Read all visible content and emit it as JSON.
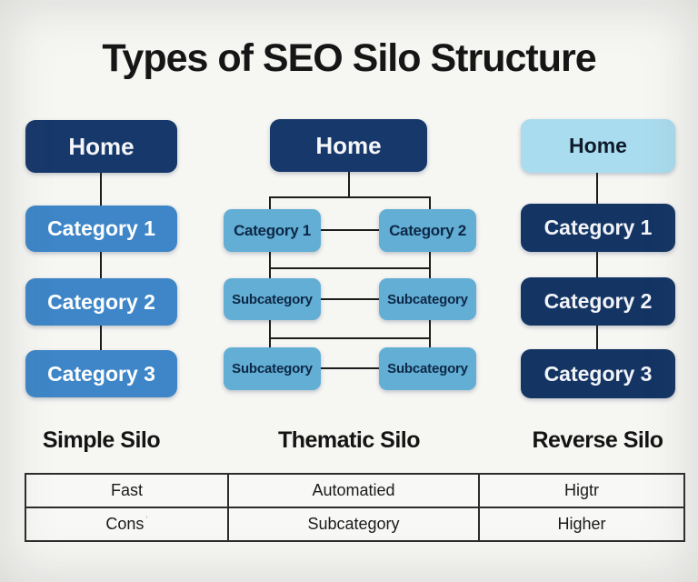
{
  "page": {
    "title": "Types of SEO Silo Structure"
  },
  "colors": {
    "background": "#f6f6f3",
    "dark_navy": "#17386a",
    "medium_blue": "#3e86c7",
    "light_blue": "#62aed5",
    "pale_blue": "#a9dcee",
    "reverse_navy": "#143564",
    "connector": "#1c1c1c"
  },
  "diagrams": {
    "simple": {
      "label": "Simple Silo",
      "home": "Home",
      "level1": "Category 1",
      "level2": "Category 2",
      "level3": "Category 3"
    },
    "thematic": {
      "label": "Thematic Silo",
      "home": "Home",
      "cat_left": "Category 1",
      "cat_right": "Category 2",
      "sub1_left": "Subcategory",
      "sub1_right": "Subcategory",
      "sub2_left": "Subcategory",
      "sub2_right": "Subcategory"
    },
    "reverse": {
      "label": "Reverse Silo",
      "home": "Home",
      "level1": "Category 1",
      "level2": "Category 2",
      "level3": "Category 3"
    }
  },
  "comparison_table": {
    "cons_mark": "ʼ",
    "rows": [
      {
        "simple": "Fast",
        "thematic": "Automatied",
        "reverse": "Higtr"
      },
      {
        "simple": "Cons",
        "thematic": "Subcategory",
        "reverse": "Higher"
      }
    ]
  }
}
